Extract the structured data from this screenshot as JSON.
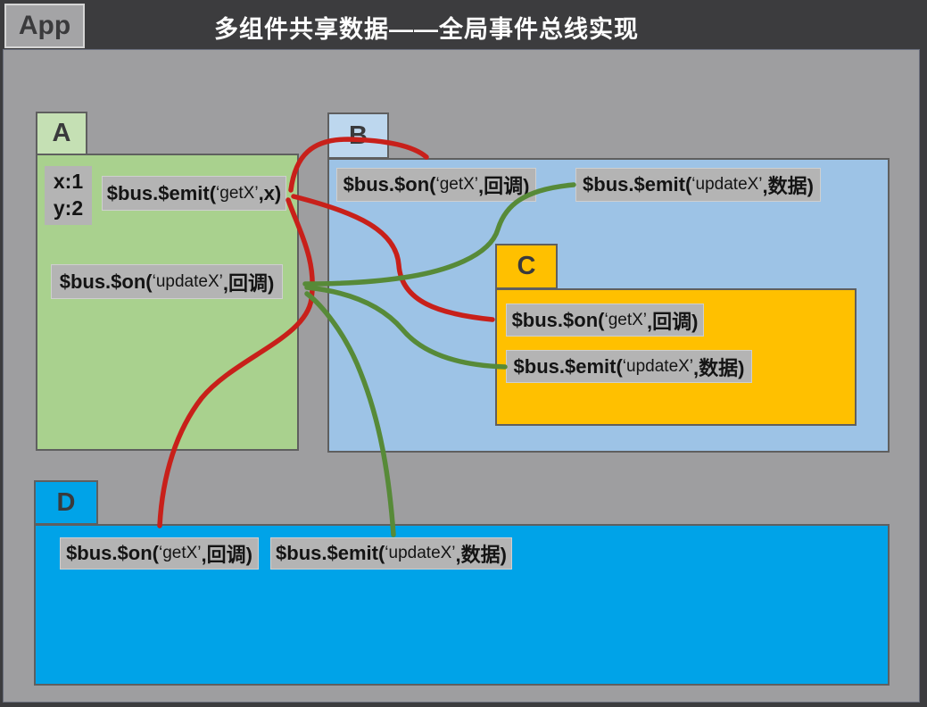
{
  "header": {
    "app_tab": "App",
    "title": "多组件共享数据——全局事件总线实现"
  },
  "components": {
    "a": {
      "label": "A",
      "state_line1": "x:1",
      "state_line2": "y:2",
      "emit": "$bus.$emit(‘getX’,x)",
      "on": "$bus.$on(‘updateX’,回调)"
    },
    "b": {
      "label": "B",
      "on": "$bus.$on(‘getX’,回调)",
      "emit": "$bus.$emit(‘updateX’,数据)"
    },
    "c": {
      "label": "C",
      "on": "$bus.$on(‘getX’,回调)",
      "emit": "$bus.$emit(‘updateX’,数据)"
    },
    "d": {
      "label": "D",
      "on": "$bus.$on(‘getX’,回调)",
      "emit": "$bus.$emit(‘updateX’,数据)"
    }
  },
  "edges": [
    {
      "from": "A.emit_getX",
      "to": "B.on_getX",
      "color": "red"
    },
    {
      "from": "A.emit_getX",
      "to": "C.on_getX",
      "color": "red"
    },
    {
      "from": "A.emit_getX",
      "to": "D.on_getX",
      "color": "red"
    },
    {
      "from": "B.emit_updateX",
      "to": "A.on_updateX",
      "color": "green"
    },
    {
      "from": "C.emit_updateX",
      "to": "A.on_updateX",
      "color": "green"
    },
    {
      "from": "D.emit_updateX",
      "to": "A.on_updateX",
      "color": "green"
    }
  ],
  "colors": {
    "top_bar": "#3c3c3e",
    "canvas_bg": "#9e9ea0",
    "component_a_body": "#a9d18e",
    "component_a_tab": "#c5e0b4",
    "component_b_body": "#9dc3e6",
    "component_b_tab": "#bdd7ee",
    "component_c": "#ffc000",
    "component_d": "#00a3e8",
    "label_box": "#b4b4b4",
    "red_arrow": "#c8201a",
    "green_arrow": "#578a38"
  }
}
